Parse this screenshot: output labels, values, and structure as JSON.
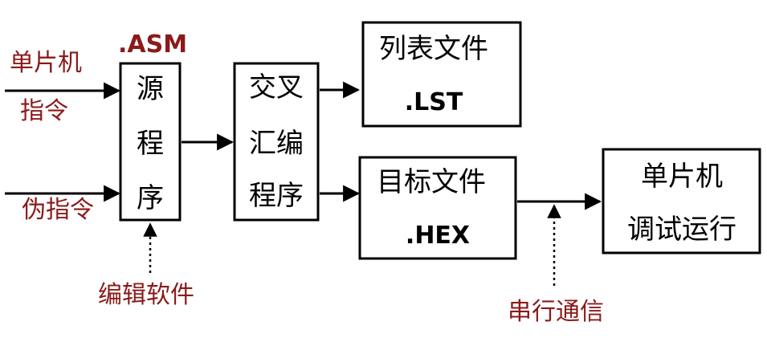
{
  "colors": {
    "label_dark_red": "#8B1A1A",
    "line": "#000000",
    "background": "#ffffff"
  },
  "labels": {
    "mcu_instruction": [
      "单片机",
      "指令"
    ],
    "pseudo_instruction": "伪指令",
    "asm_ext": ".ASM",
    "editor_software": "编辑软件",
    "serial_comm": "串行通信"
  },
  "boxes": {
    "source": {
      "lines": [
        "源",
        "程",
        "序"
      ]
    },
    "assembler": {
      "lines": [
        "交叉",
        "汇编",
        "程序"
      ]
    },
    "list_file": {
      "title": "列表文件",
      "ext": ".LST"
    },
    "target_file": {
      "title": "目标文件",
      "ext": ".HEX"
    },
    "mcu_run": {
      "lines": [
        "单片机",
        "调试运行"
      ]
    }
  }
}
